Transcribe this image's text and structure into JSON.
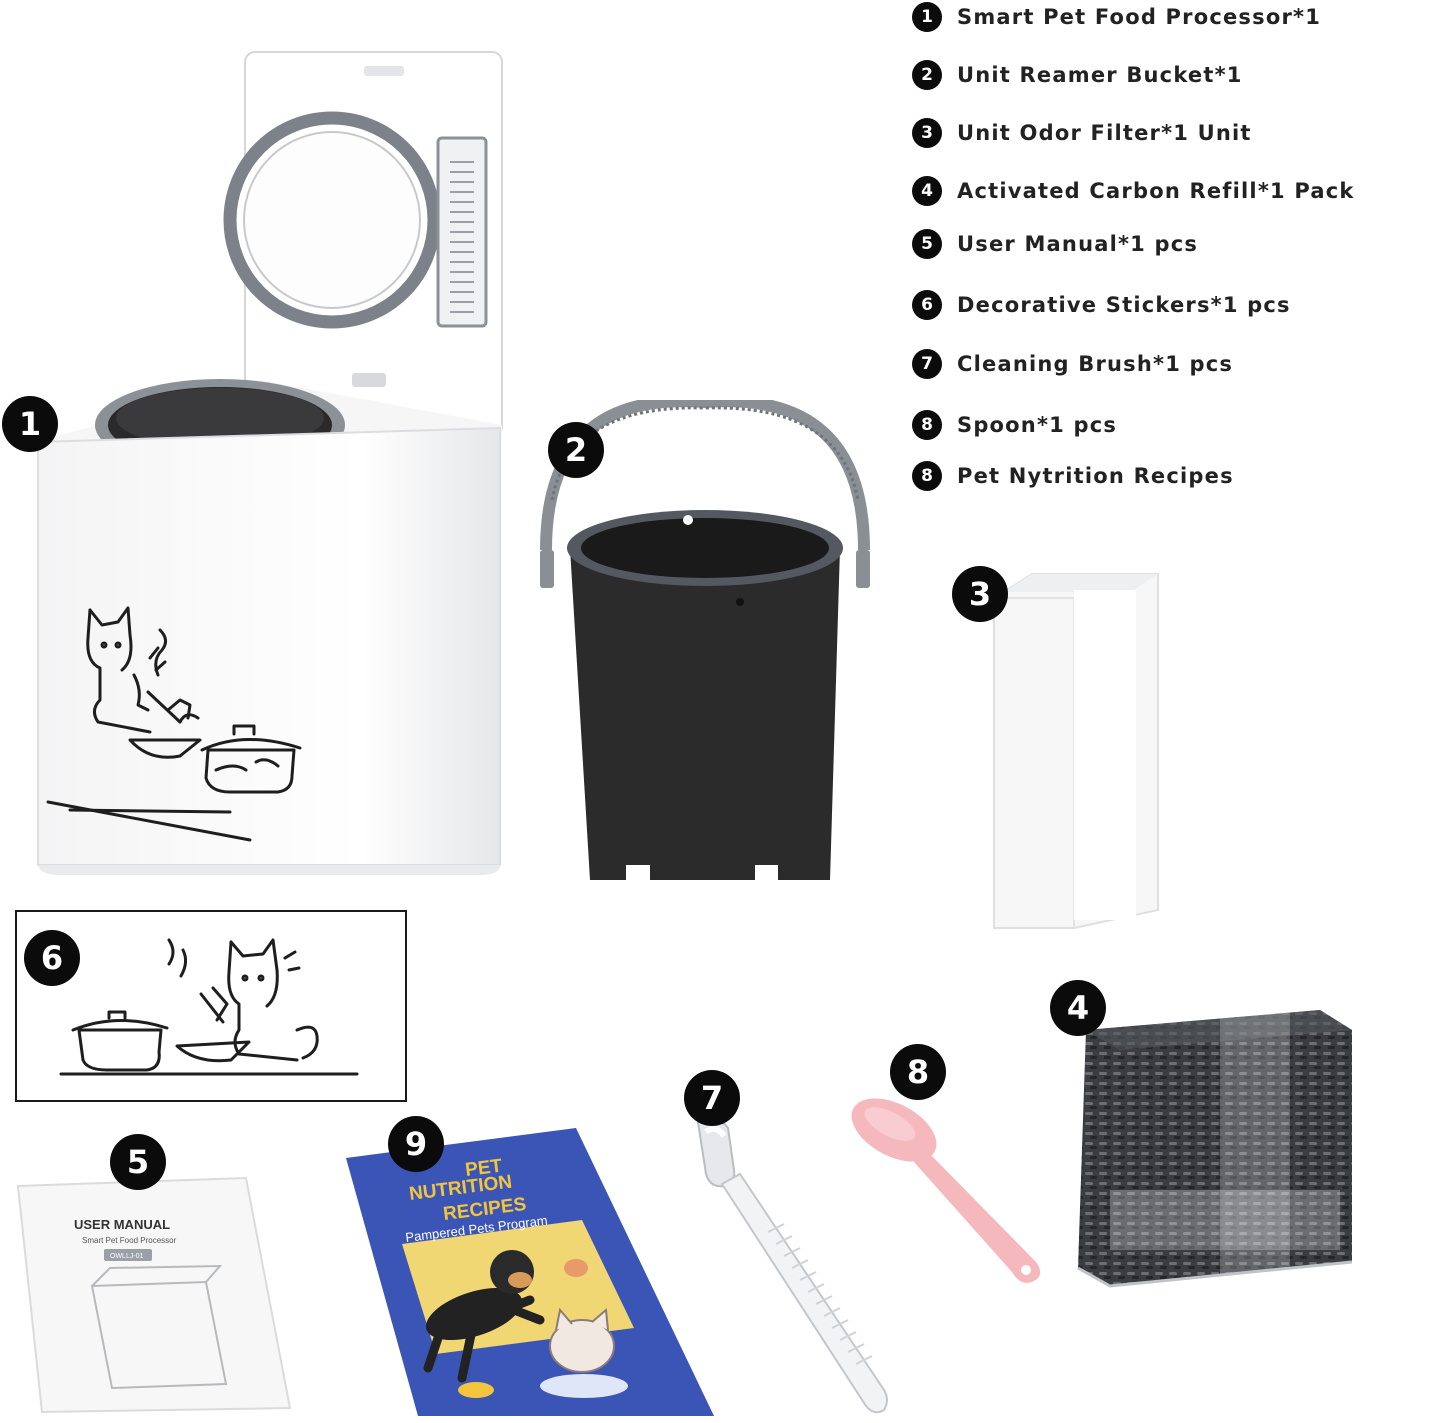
{
  "legend": [
    {
      "num": "1",
      "text": "Smart Pet Food Processor*1"
    },
    {
      "num": "2",
      "text": "Unit Reamer Bucket*1"
    },
    {
      "num": "3",
      "text": "Unit Odor Filter*1 Unit"
    },
    {
      "num": "4",
      "text": "Activated Carbon Refill*1 Pack"
    },
    {
      "num": "5",
      "text": "User Manual*1 pcs"
    },
    {
      "num": "6",
      "text": "Decorative Stickers*1 pcs"
    },
    {
      "num": "7",
      "text": "Cleaning Brush*1 pcs"
    },
    {
      "num": "8",
      "text": "Spoon*1 pcs"
    },
    {
      "num": "8",
      "text": "Pet Nytrition Recipes"
    }
  ],
  "badges": {
    "processor": "1",
    "bucket": "2",
    "filter": "3",
    "carbon": "4",
    "manual": "5",
    "sticker": "6",
    "brush": "7",
    "spoon": "8",
    "recipes": "9"
  },
  "manual": {
    "title": "USER MANUAL",
    "subtitle": "Smart Pet Food Processor",
    "model": "OWLLJ-01"
  },
  "recipes": {
    "title_line1": "PET",
    "title_line2": "NUTRITION",
    "title_line3": "RECIPES",
    "subtitle": "Pampered Pets  Program"
  },
  "colors": {
    "badge": "#0b0b0b",
    "recipes_cover": "#3a55b5",
    "recipes_title": "#f2c53d",
    "spoon": "#f4b8bd",
    "bucket": "#2b2b2b",
    "bucket_rim": "#8a8f96"
  }
}
